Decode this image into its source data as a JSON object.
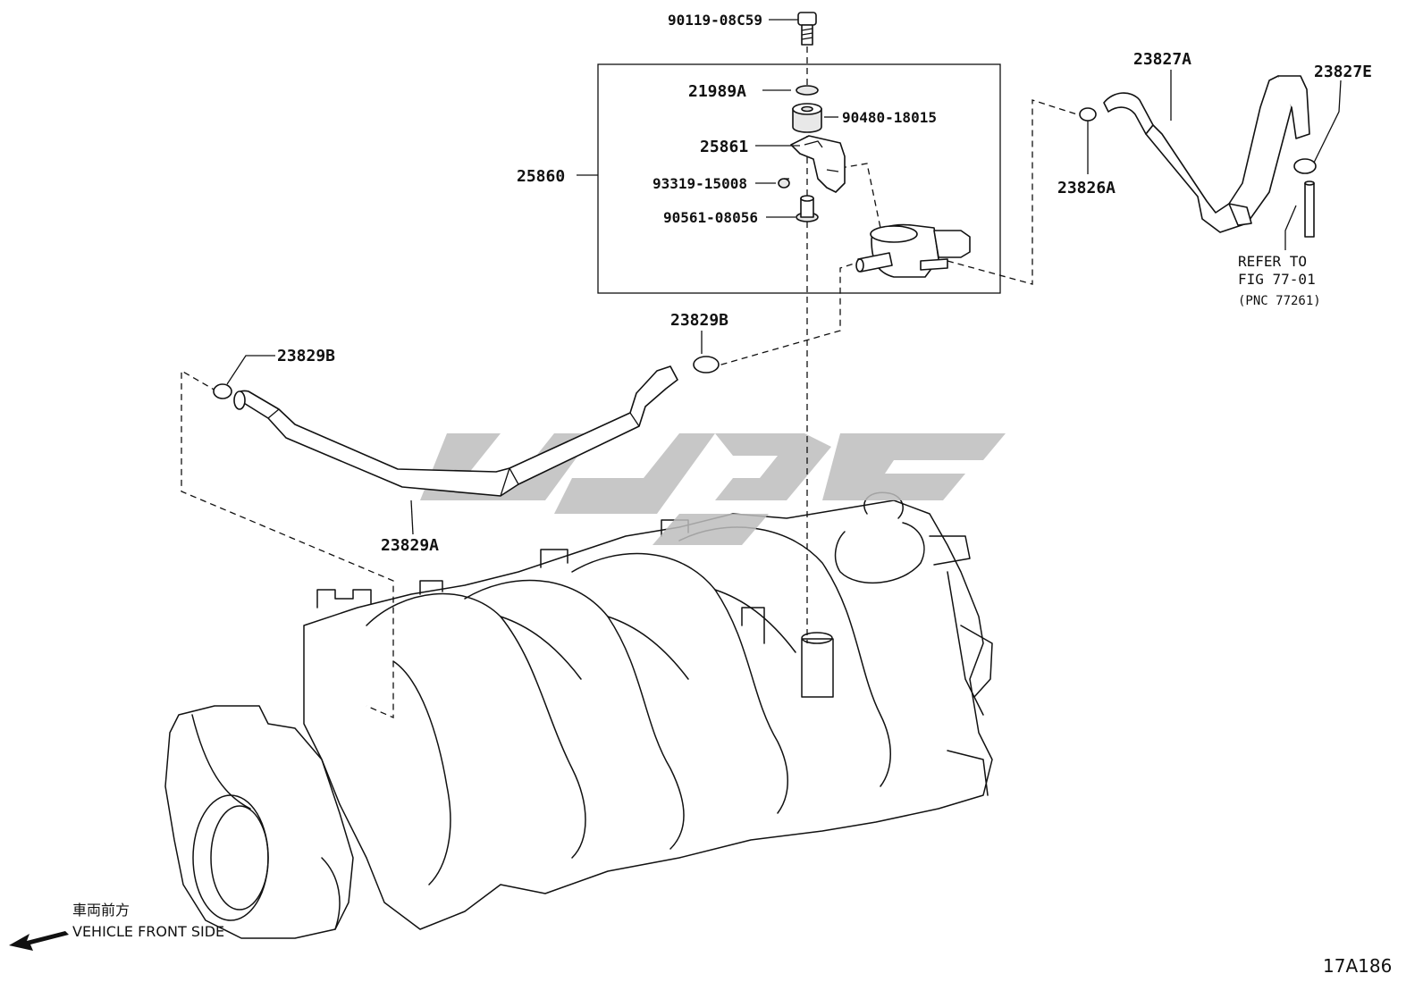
{
  "diagram": {
    "figure_code": "17A186",
    "direction": {
      "label_jp": "車両前方",
      "label_en": "VEHICLE FRONT SIDE"
    },
    "callouts": {
      "bolt": "90119-08C59",
      "washer": "21989A",
      "grommet": "90480-18015",
      "bracket": "25861",
      "screw": "93319-15008",
      "collar": "90561-08056",
      "assembly": "25860",
      "clamp_right": "23826A",
      "hose_right": "23827A",
      "clamp_far_right": "23827E",
      "clamp_mid": "23829B",
      "clamp_left": "23829B",
      "hose_left": "23829A"
    },
    "refer": {
      "line1": "REFER TO",
      "line2": "FIG 77-01",
      "line3": "(PNC 77261)"
    }
  }
}
